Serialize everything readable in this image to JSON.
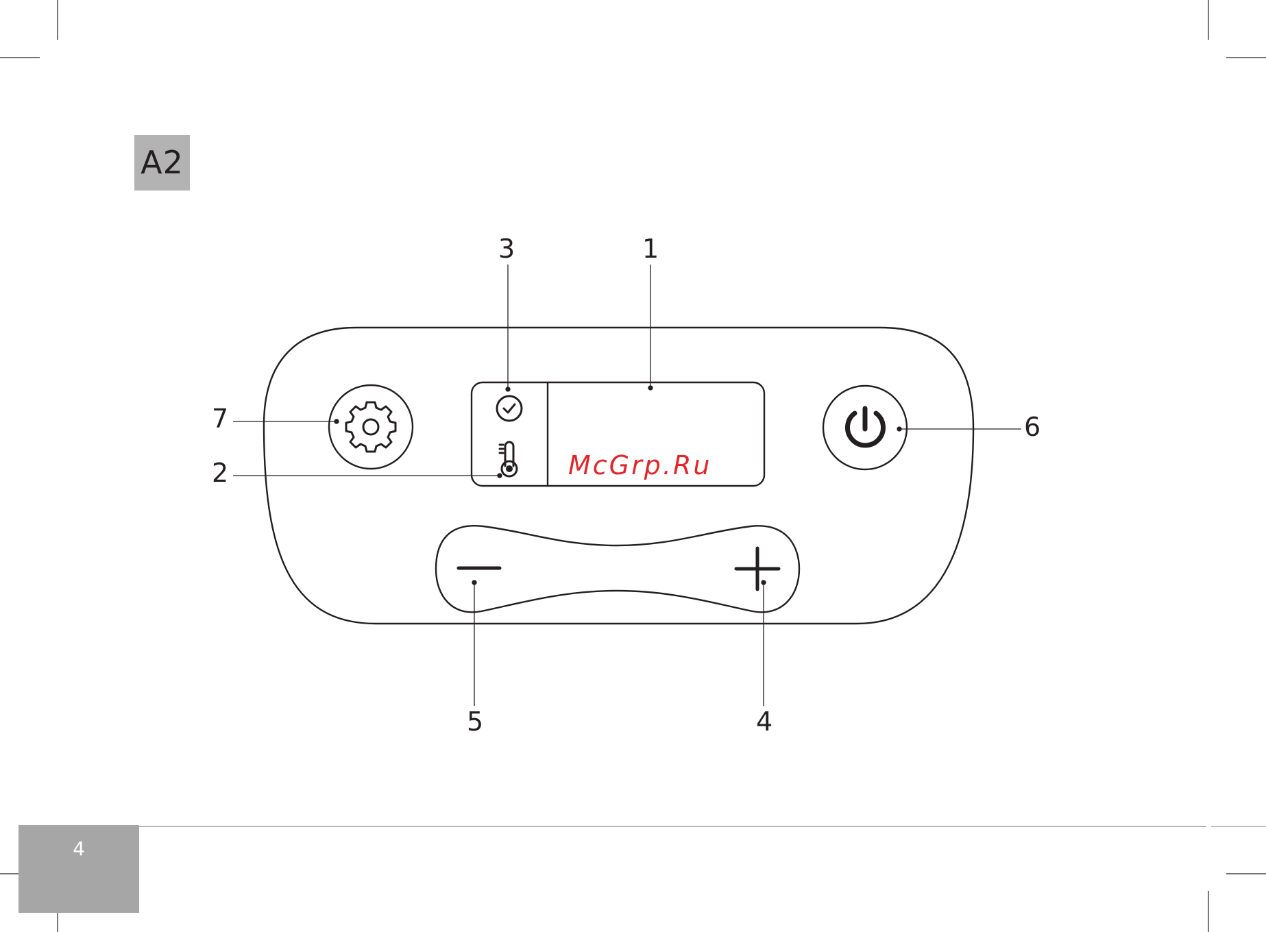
{
  "figure": {
    "label": "A2",
    "page_number": "4",
    "watermark": "McGrp.Ru"
  },
  "callouts": {
    "c1": "1",
    "c2": "2",
    "c3": "3",
    "c4": "4",
    "c5": "5",
    "c6": "6",
    "c7": "7"
  },
  "icons": {
    "settings": "gear-icon",
    "power": "power-icon",
    "timer": "clock-check-icon",
    "temperature": "thermometer-icon",
    "minus": "minus-icon",
    "plus": "plus-icon"
  },
  "colors": {
    "line": "#231f20",
    "badge": "#b3b3b3",
    "page_tab": "#a6a6a6",
    "watermark": "#e0282c"
  }
}
